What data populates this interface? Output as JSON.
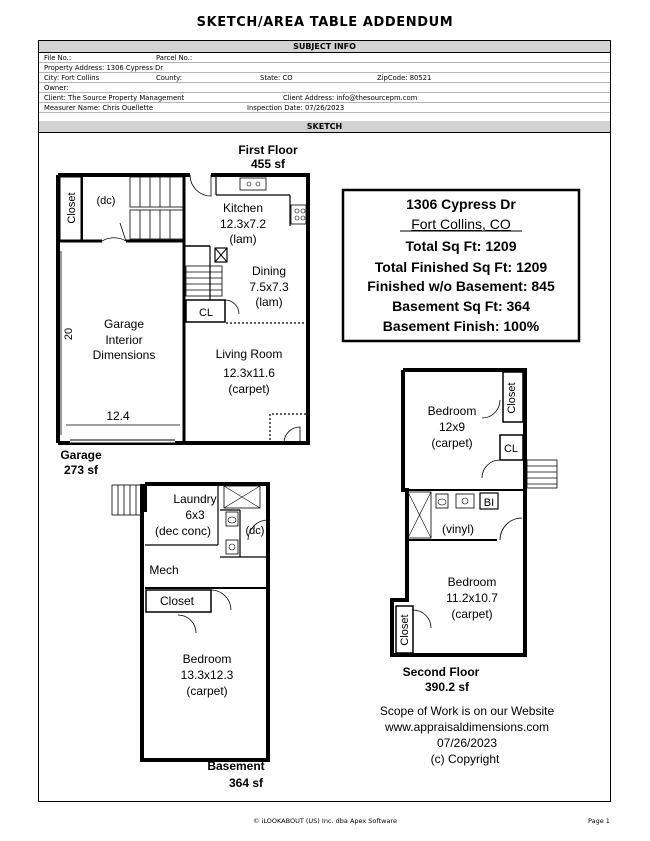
{
  "title": "SKETCH/AREA TABLE ADDENDUM",
  "subject_info": {
    "header": "SUBJECT INFO",
    "file_no": "File No.:",
    "parcel_no": "Parcel No.:",
    "property_address": "Property Address: 1306 Cypress Dr",
    "city": "City: Fort Collins",
    "county": "County:",
    "state": "State: CO",
    "zipcode": "ZipCode: 80521",
    "owner": "Owner:",
    "client": "Client: The Source Property Management",
    "client_address": "Client Address: info@thesourcepm.com",
    "measurer": "Measurer Name: Chris Ouellette",
    "inspection_date": "Inspection Date: 07/26/2023"
  },
  "sketch_header": "SKETCH",
  "summary": {
    "address_line1": "1306 Cypress Dr",
    "address_line2": "Fort Collins, CO",
    "total_sqft": "Total Sq Ft: 1209",
    "total_finished": "Total Finished Sq Ft: 1209",
    "finished_wo_basement": "Finished w/o Basement: 845",
    "basement_sqft": "Basement Sq Ft: 364",
    "basement_finish": "Basement Finish: 100%"
  },
  "first_floor": {
    "title": "First Floor",
    "area": "455 sf",
    "closet": "Closet",
    "dc": "(dc)",
    "kitchen": [
      "Kitchen",
      "12.3x7.2",
      "(lam)"
    ],
    "dining": [
      "Dining",
      "7.5x7.3",
      "(lam)"
    ],
    "cl": "CL",
    "living": [
      "Living Room",
      "12.3x11.6",
      "(carpet)"
    ]
  },
  "garage": {
    "interior": [
      "Garage",
      "Interior",
      "Dimensions"
    ],
    "dim_vertical": "20",
    "dim_horizontal": "12.4",
    "title": "Garage",
    "area": "273 sf"
  },
  "basement": {
    "laundry": [
      "Laundry",
      "6x3",
      "(dec conc)"
    ],
    "dc": "(dc)",
    "mech": "Mech",
    "closet": "Closet",
    "bedroom": [
      "Bedroom",
      "13.3x12.3",
      "(carpet)"
    ],
    "title": "Basement",
    "area": "364 sf"
  },
  "second_floor": {
    "bedroom1": [
      "Bedroom",
      "12x9",
      "(carpet)"
    ],
    "closet1": "Closet",
    "cl": "CL",
    "bi": "BI",
    "vinyl": "(vinyl)",
    "bedroom2": [
      "Bedroom",
      "11.2x10.7",
      "(carpet)"
    ],
    "closet2": "Closet",
    "title": "Second Floor",
    "area": "390.2 sf"
  },
  "website_note": [
    "Scope of Work is on our Website",
    "www.appraisaldimensions.com",
    "07/26/2023",
    "(c) Copyright"
  ],
  "footer": {
    "copyright": "© iLOOKABOUT (US) Inc. dba Apex Software",
    "page": "Page 1"
  }
}
